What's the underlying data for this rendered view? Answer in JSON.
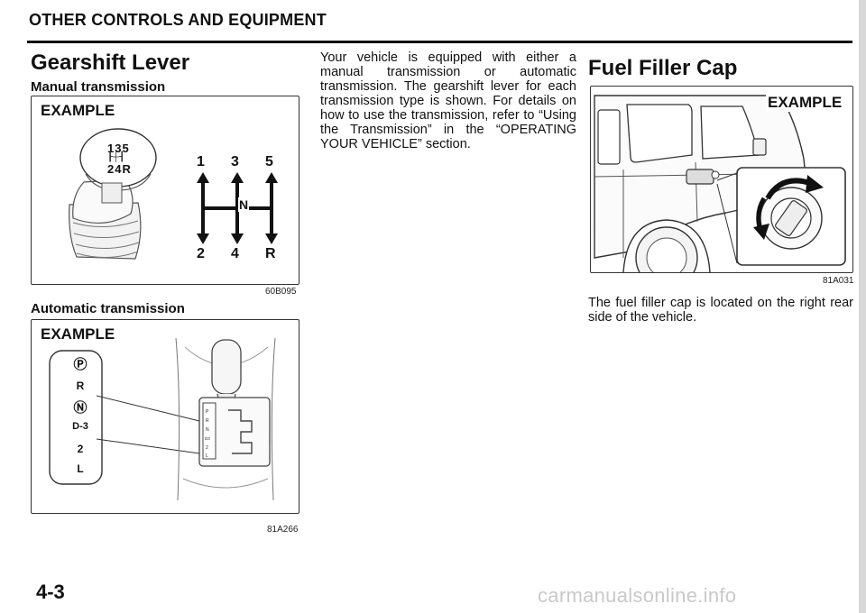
{
  "header": {
    "section_title": "OTHER CONTROLS AND EQUIPMENT"
  },
  "gearshift": {
    "title": "Gearshift Lever",
    "manual": {
      "subtitle": "Manual transmission",
      "label": "EXAMPLE",
      "knob_top": "135",
      "knob_bottom": "24R",
      "pattern": {
        "g1": "1",
        "g3": "3",
        "g5": "5",
        "neutral": "N",
        "g2": "2",
        "g4": "4",
        "reverse": "R"
      },
      "code": "60B095"
    },
    "automatic": {
      "subtitle": "Automatic transmission",
      "label": "EXAMPLE",
      "positions": [
        "Ⓟ",
        "R",
        "Ⓝ",
        "D-3",
        "2",
        "L"
      ],
      "code": "81A266"
    },
    "description": "Your vehicle is equipped with either a manual transmission or automatic transmission. The gearshift lever for each transmission type is shown. For details on how to use the transmission, refer to “Using the Transmission” in the “OPERATING YOUR VEHICLE” section."
  },
  "fuel_cap": {
    "title": "Fuel Filler Cap",
    "label": "EXAMPLE",
    "code": "81A031",
    "description": "The fuel filler cap is located on the right rear side of the vehicle."
  },
  "footer": {
    "page_number": "4-3",
    "watermark": "carmanualsonline.info"
  }
}
